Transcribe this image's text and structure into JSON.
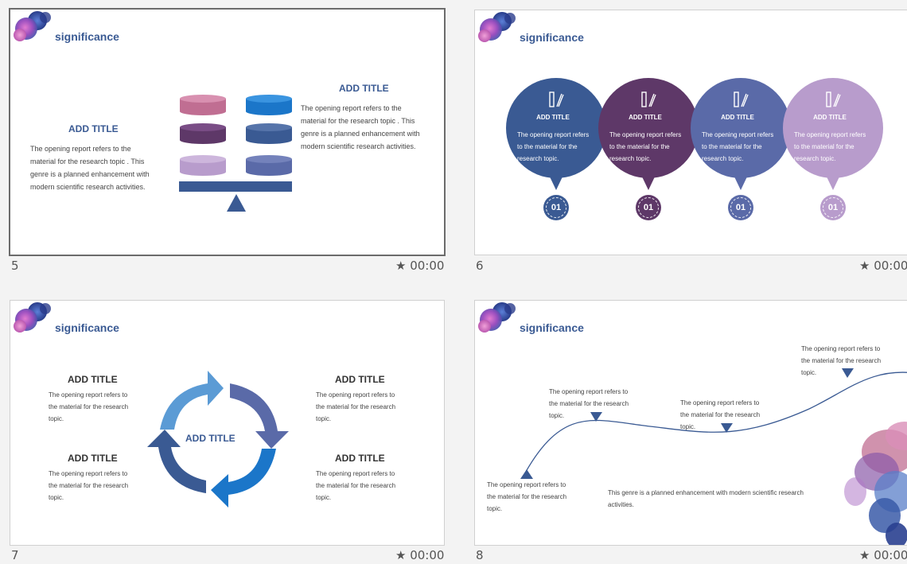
{
  "colors": {
    "navy": "#3a5a93",
    "purple": "#5e3868",
    "slate": "#5a6aa8",
    "lavender": "#b89ccc",
    "pink": "#c06e92",
    "blue": "#1b76c9",
    "lightblue": "#5b9bd5"
  },
  "slides": [
    {
      "number": "5",
      "time": "★ 00:00",
      "header": "significance",
      "left_title": "ADD TITLE",
      "left_body": [
        "The opening report refers to the",
        "material for the research topic . This",
        "genre is a planned enhancement with",
        "modern scientific research activities."
      ],
      "right_title": "ADD TITLE",
      "right_body": [
        "The opening report refers to the",
        "material for the research topic . This",
        "genre is a planned enhancement with",
        "modern scientific research activities."
      ]
    },
    {
      "number": "6",
      "time": "★ 00:00",
      "header": "significance",
      "bubbles": [
        {
          "title": "ADD TITLE",
          "body": [
            "The opening report refers",
            "to the material for the",
            "research topic."
          ],
          "num": "01"
        },
        {
          "title": "ADD TITLE",
          "body": [
            "The opening report refers",
            "to the material for the",
            "research topic."
          ],
          "num": "01"
        },
        {
          "title": "ADD TITLE",
          "body": [
            "The opening report refers",
            "to the material for the",
            "research topic."
          ],
          "num": "01"
        },
        {
          "title": "ADD TITLE",
          "body": [
            "The opening report refers",
            "to the material for the",
            "research topic."
          ],
          "num": "01"
        }
      ]
    },
    {
      "number": "7",
      "time": "★ 00:00",
      "header": "significance",
      "center_title": "ADD TITLE",
      "blocks": [
        {
          "title": "ADD TITLE",
          "body": [
            "The opening report refers to",
            "the material for the research",
            "topic."
          ]
        },
        {
          "title": "ADD TITLE",
          "body": [
            "The opening report refers to",
            "the material for the research",
            "topic."
          ]
        },
        {
          "title": "ADD TITLE",
          "body": [
            "The opening report refers to",
            "the material for the research",
            "topic."
          ]
        },
        {
          "title": "ADD TITLE",
          "body": [
            "The opening report refers to",
            "the material for the research",
            "topic."
          ]
        }
      ]
    },
    {
      "number": "8",
      "time": "★ 00:00",
      "header": "significance",
      "notes": [
        [
          "The opening report refers to",
          "the material for the research",
          "topic."
        ],
        [
          "The opening report refers to",
          "the material for the research",
          "topic."
        ],
        [
          "The opening report refers to",
          "the material for the research",
          "topic."
        ],
        [
          "The opening report refers to",
          "the material for the research",
          "topic."
        ]
      ],
      "bottom_note": [
        "This genre is a planned enhancement with modern scientific research",
        "activities."
      ]
    }
  ]
}
